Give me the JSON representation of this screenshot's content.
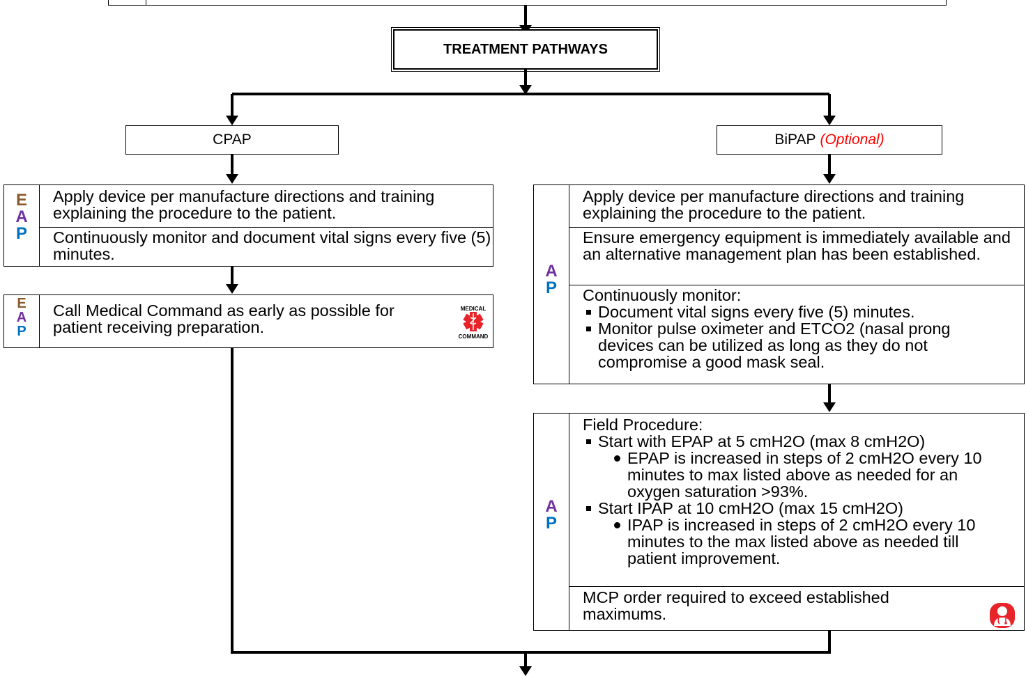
{
  "header": {
    "title": "TREATMENT PATHWAYS"
  },
  "cpap": {
    "title": "CPAP",
    "block1": {
      "levels": [
        "E",
        "A",
        "P"
      ],
      "rows": [
        "Apply device per manufacture directions and training explaining the procedure to the patient.",
        "Continuously monitor and document vital signs every five (5) minutes."
      ]
    },
    "block2": {
      "levels": [
        "E",
        "A",
        "P"
      ],
      "text": "Call Medical Command as early as possible for patient receiving preparation.",
      "icon": {
        "name": "medical-command-icon",
        "line1": "MEDICAL",
        "line2": "COMMAND"
      }
    }
  },
  "bipap": {
    "title": "BiPAP",
    "title_note": "(Optional)",
    "block1": {
      "levels": [
        "A",
        "P"
      ],
      "row1": "Apply device per manufacture directions and training explaining the procedure to the patient.",
      "row2": "Ensure emergency equipment is immediately available and an alternative management plan has been established.",
      "row3_head": "Continuously monitor:",
      "row3_bullets": [
        "Document vital signs every five (5) minutes.",
        "Monitor pulse oximeter and ETCO2 (nasal prong devices can be utilized as long as they do not compromise a good mask seal."
      ]
    },
    "block2": {
      "levels": [
        "A",
        "P"
      ],
      "head": "Field Procedure:",
      "bullet1": "Start with EPAP at 5 cmH2O (max 8 cmH2O)",
      "sub1": "EPAP is increased in steps of 2 cmH2O every 10 minutes to max listed above as needed for an oxygen saturation >93%.",
      "bullet2": "Start IPAP at 10 cmH2O (max 15 cmH2O)",
      "sub2": "IPAP is increased in steps of 2 cmH2O every 10 minutes to the max listed above as needed till patient improvement.",
      "mcp": "MCP order required to exceed established maximums.",
      "mcp_icon": "physician-icon"
    }
  },
  "colors": {
    "E": "#8B5A2B",
    "A": "#7030A0",
    "P": "#0070C0",
    "optional": "#FF0000",
    "icon_red": "#E8242B"
  }
}
